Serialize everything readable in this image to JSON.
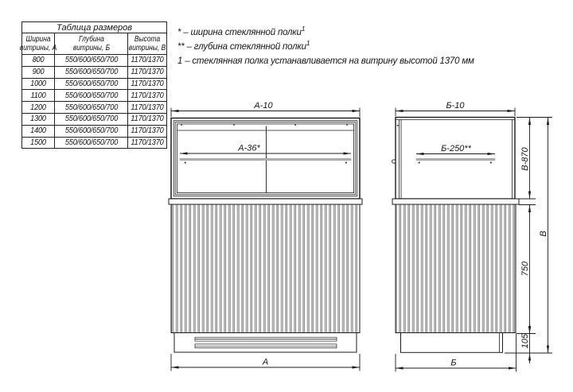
{
  "size_table": {
    "title": "Таблица размеров",
    "columns": [
      {
        "line1": "Ширина",
        "line2": "витрины, А"
      },
      {
        "line1": "Глубина",
        "line2": "витрины, Б"
      },
      {
        "line1": "Высота",
        "line2": "витрины, В"
      }
    ],
    "rows": [
      [
        "800",
        "550/600/650/700",
        "1170/1370"
      ],
      [
        "900",
        "550/600/650/700",
        "1170/1370"
      ],
      [
        "1000",
        "550/600/650/700",
        "1170/1370"
      ],
      [
        "1100",
        "550/600/650/700",
        "1170/1370"
      ],
      [
        "1200",
        "550/600/650/700",
        "1170/1370"
      ],
      [
        "1300",
        "550/600/650/700",
        "1170/1370"
      ],
      [
        "1400",
        "550/600/650/700",
        "1170/1370"
      ],
      [
        "1500",
        "550/600/650/700",
        "1170/1370"
      ]
    ]
  },
  "notes": [
    {
      "text": "* – ширина стеклянной полки",
      "sup": "1"
    },
    {
      "text": "** – глубина стеклянной полки",
      "sup": "1"
    },
    {
      "text": "1 – стеклянная полка устанавливается на витрину высотой 1370 мм",
      "sup": ""
    }
  ],
  "front_view": {
    "dim_top": "А-10",
    "dim_shelf": "А-36*",
    "dim_width": "А"
  },
  "side_view": {
    "dim_top": "Б-10",
    "dim_shelf": "Б-250**",
    "dim_width": "Б",
    "dim_glass_height": "В-870",
    "dim_total_height": "В",
    "dim_body_height": "750",
    "dim_plinth_height": "105"
  }
}
